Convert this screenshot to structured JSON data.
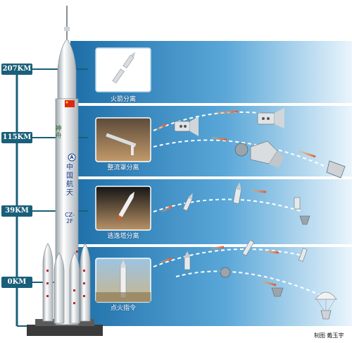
{
  "altitudes": [
    {
      "label": "207KM"
    },
    {
      "label": "115KM"
    },
    {
      "label": "39KM"
    },
    {
      "label": "0KM"
    }
  ],
  "stages": [
    {
      "caption": "火箭分离"
    },
    {
      "caption": "整流罩分离"
    },
    {
      "caption": "逃逸塔分离"
    },
    {
      "caption": "点火指令"
    }
  ],
  "rocket": {
    "side_text": "中国航天",
    "model": "CZ-2F",
    "logo_char": "A",
    "calligraphy": "神舟"
  },
  "credit": "制图 戴玉宇",
  "colors": {
    "band_dark": "#1d6ea8",
    "band_light": "#e8f3fb",
    "scale_line": "#1a5f7a",
    "arrow": "#e8542a",
    "trajectory": "#ffffff"
  }
}
